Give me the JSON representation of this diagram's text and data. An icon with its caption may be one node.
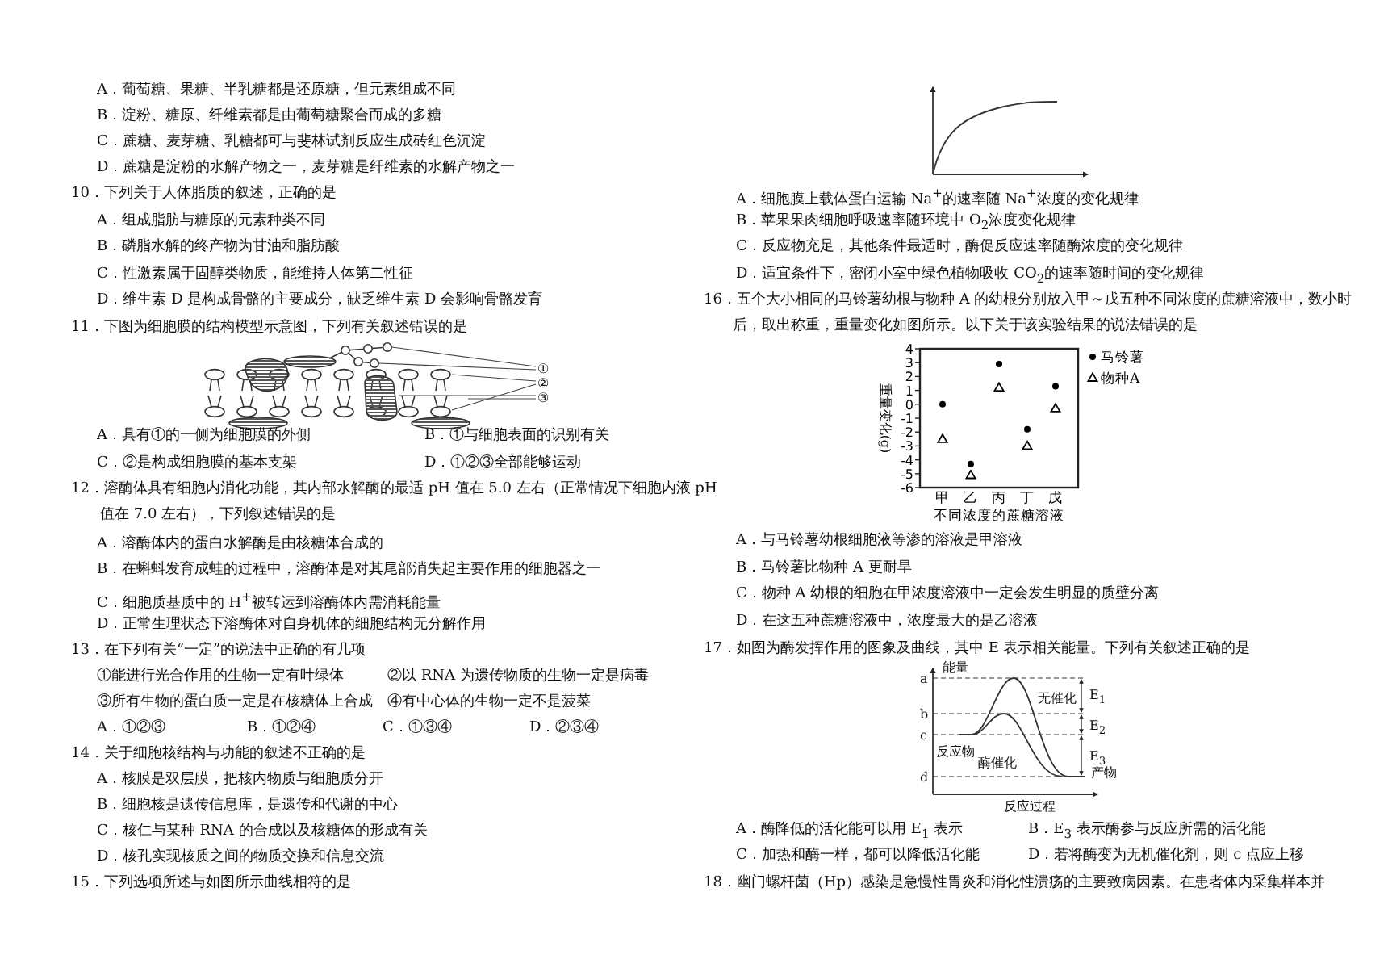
{
  "diagram": {
    "nodes": [
      {
        "text": [
          "①"
        ]
      },
      {
        "text": [
          "②"
        ]
      },
      {
        "text": [
          "③"
        ]
      },
      {
        "text": [],
        "shape": "picture"
      }
    ],
    "edges": [
      {
        "from": 0,
        "to": 3,
        "arrow": "none"
      },
      {
        "from": 0,
        "to": 3,
        "arrow": "none"
      },
      {
        "from": 1,
        "to": 3,
        "arrow": "none"
      },
      {
        "from": 1,
        "to": 3,
        "arrow": "none"
      },
      {
        "from": 2,
        "to": 3,
        "arrow": "none"
      },
      {
        "from": 2,
        "to": 3,
        "arrow": "none"
      }
    ],
    "labels": [
      "A．葡萄糖、果糖、半乳糖都是还原糖，但元素组成不同",
      "B．淀粉、糖原、纤维素都是由葡萄糖聚合而成的多糖",
      "C．蔗糖、麦芽糖、乳糖都可与斐林试剂反应生成砖红色沉淀",
      "D．蔗糖是淀粉的水解产物之一，麦芽糖是纤维素的水解产物之一",
      "10．下列关于人体脂质的叙述，正确的是",
      "A．组成脂肪与糖原的元素种类不同",
      "B．磷脂水解的终产物为甘油和脂肪酸",
      "C．性激素属于固醇类物质，能维持人体第二性征",
      "D．维生素 D 是构成骨骼的主要成分，缺乏维生素 D 会影响骨骼发育",
      "11．下图为细胞膜的结构模型示意图，下列有关叙述错误的是",
      "A．具有①的一侧为细胞膜的外侧",
      "B．①与细胞表面的识别有关",
      "C．②是构成细胞膜的基本支架",
      "D．①②③全部能够运动",
      "12．溶酶体具有细胞内消化功能，其内部水解酶的最适 pH 值在 5.0 左右（正常情况下细胞内液 pH 值在 7.0 左右），下列叙述错误的是",
      "A．溶酶体内的蛋白水解酶是由核糖体合成的",
      "B．在蝌蚪发育成蛙的过程中，溶酶体是对其尾部消失起主要作用的细胞器之一",
      "C．细胞质基质中的 H$^{+}$被转运到溶酶体内需消耗能量",
      "D．正常生理状态下溶酶体对自身机体的细胞结构无分解作用",
      "13．在下列有关“一定”的说法中正确的有几项",
      "①能进行光合作用的生物一定有叶绿体",
      "②以 RNA 为遗传物质的生物一定是病毒",
      "③所有生物的蛋白质一定是在核糖体上合成",
      "④有中心体的生物一定不是菠菜",
      "A．①②③",
      "B．①②④",
      "C．①③④",
      "D．②③④",
      "14．关于细胞核结构与功能的叙述不正确的是",
      "A．核膜是双层膜，把核内物质与细胞质分开",
      "B．细胞核是遗传信息库，是遗传和代谢的中心",
      "C．核仁与某种 RNA 的合成以及核糖体的形成有关",
      "D．核孔实现核质之间的物质交换和信息交流",
      "15．下列选项所述与如图所示曲线相符的是",
      "A．细胞膜上载体蛋白运输 Na$^{+}$的速率随 Na$^{+}$浓度的变化规律",
      "B．苹果果肉细胞呼吸速率随环境中 O$_{2}$浓度变化规律",
      "C．反应物充足，其他条件最适时，酶促反应速率随酶浓度的变化规律",
      "D．适宜条件下，密闭小室中绿色植物吸收 CO$_{2}$的速率随时间的变化规律",
      "16．五个大小相同的马铃薯幼根与物种 A 的幼根分别放入甲～戊五种不同浓度的蔗糖溶液中，数小时后，取出称重，重量变化如图所示。以下关于该实验结果的说法错误的是",
      "A．与马铃薯幼根细胞液等渗的溶液是甲溶液",
      "B．马铃薯比物种 A 更耐旱",
      "C．物种 A 幼根的细胞在甲浓度溶液中一定会发生明显的质壁分离",
      "D．在这五种蔗糖溶液中，浓度最大的是乙溶液",
      "17．如图为酶发挥作用的图象及曲线，其中 E 表示相关能量。下列有关叙述正确的是",
      "能量",
      "a",
      "b",
      "c",
      "d",
      "无催化",
      "E$_{1}$",
      "E$_{2}$",
      "反应物",
      "酶催化",
      "E$_{3}$",
      "产物",
      "反应过程",
      "A．酶降低的活化能可以用 E$_{1}$ 表示",
      "B．E$_{3}$ 表示酶参与反应所需的活化能",
      "C．加热和酶一样，都可以降低活化能",
      "D．若将酶变为无机催化剂，则 c 点应上移",
      "18．幽门螺杆菌（Hp）感染是急慢性胃炎和消化性溃疡的主要致病因素。在患者体内采集样本并"
    ],
    "chart_data": {
      "type": "scatter",
      "xlabel": "不同浓度的蔗糖溶液",
      "ylabel": "重量变化(g)",
      "categories": [
        "甲",
        "乙",
        "丙",
        "丁",
        "戊"
      ],
      "series": [
        {
          "name": "马铃薯",
          "color": "#000000",
          "values": [
            0,
            -4.3,
            2.9,
            -1.8,
            1.3
          ]
        },
        {
          "name": "物种A",
          "color": "#000000",
          "values": [
            -2.5,
            -5.1,
            1.2,
            -3,
            -0.3
          ]
        }
      ],
      "ylim": [
        -6,
        4
      ],
      "legend": "right",
      "yticks": [
        -6,
        -5,
        -4,
        -3,
        -2,
        -1,
        0,
        1,
        2,
        3,
        4
      ]
    }
  }
}
